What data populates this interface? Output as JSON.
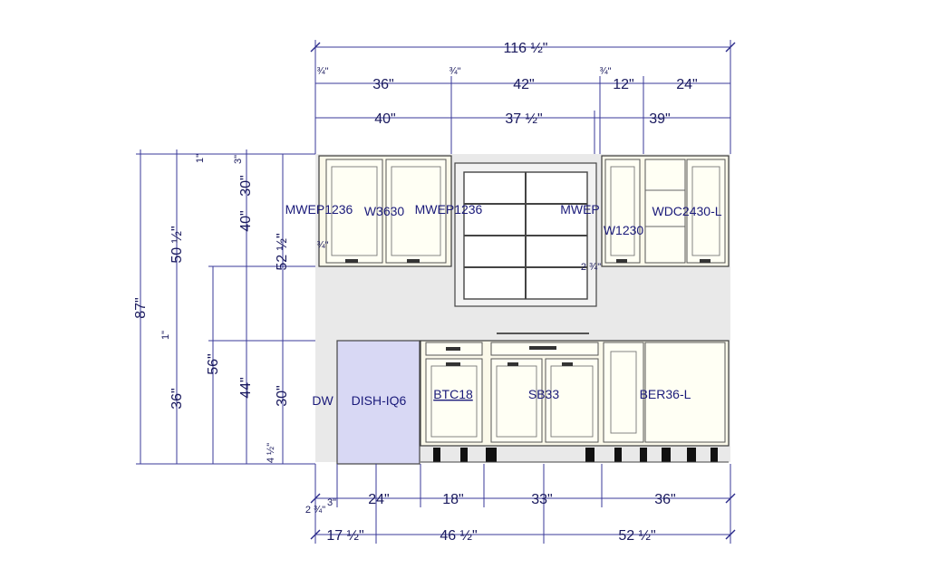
{
  "top_dims": {
    "overall": "116 ½\"",
    "row1": [
      "¾\"",
      "36\"",
      "¾\"",
      "42\"",
      "¾\"",
      "12\"",
      "24\""
    ],
    "row2": [
      "40\"",
      "37 ½\"",
      "39\""
    ]
  },
  "left_dims": {
    "col1": "87\"",
    "col2": [
      "1\"",
      "50 ½\"",
      "1\"",
      "36\""
    ],
    "col3": [
      "56\""
    ],
    "col4": [
      "3\"",
      "40\"",
      "30\"",
      "44\"",
      "4 ½\""
    ],
    "col5": [
      "52 ½\"",
      "30\"",
      "¾\""
    ]
  },
  "labels": {
    "mwep1": "MWEP1236",
    "w3630": "W3630",
    "mwep2": "MWEP1236",
    "mwep3": "MWEP",
    "w1230": "W1230",
    "wdc": "WDC2430-L",
    "dw": "DW",
    "dish": "DISH-IQ6",
    "btc": "BTC18",
    "sb": "SB33",
    "ber": "BER36-L",
    "gap": "2 ¾\""
  },
  "bottom_dims": {
    "row1": [
      "2 ¾\"",
      "3\"",
      "24\"",
      "18\"",
      "33\"",
      "36\""
    ],
    "row2": [
      "17 ½\"",
      "46 ½\"",
      "52 ½\""
    ]
  },
  "colors": {
    "line": "#3a3a9a",
    "text": "#1a1a5e",
    "cabinet": "#fbf9ea",
    "dishwasher": "#d8d8f4",
    "wall": "#e9e9e9"
  }
}
